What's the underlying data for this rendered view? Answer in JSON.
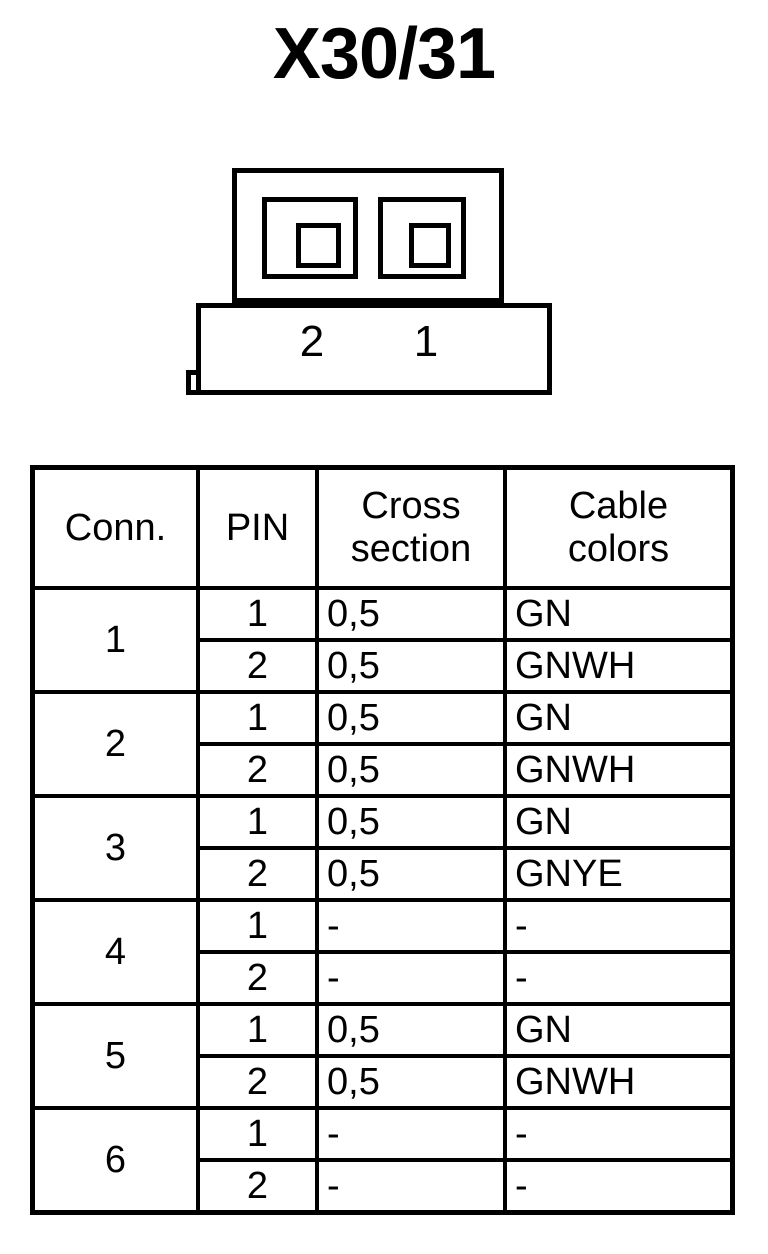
{
  "title": "X30/31",
  "connector": {
    "name": "2-way-connector-diagram",
    "pin_labels": [
      "2",
      "1"
    ],
    "cavity_count": 2,
    "outline_color": "#000000",
    "fill_color": "#ffffff"
  },
  "table": {
    "headers": {
      "conn": "Conn.",
      "pin": "PIN",
      "cross_section": "Cross section",
      "cable_colors": "Cable colors"
    },
    "groups": [
      {
        "conn": "1",
        "rows": [
          {
            "pin": "1",
            "cross_section": "0,5",
            "cable_color": "GN"
          },
          {
            "pin": "2",
            "cross_section": "0,5",
            "cable_color": "GNWH"
          }
        ]
      },
      {
        "conn": "2",
        "rows": [
          {
            "pin": "1",
            "cross_section": "0,5",
            "cable_color": "GN"
          },
          {
            "pin": "2",
            "cross_section": "0,5",
            "cable_color": "GNWH"
          }
        ]
      },
      {
        "conn": "3",
        "rows": [
          {
            "pin": "1",
            "cross_section": "0,5",
            "cable_color": "GN"
          },
          {
            "pin": "2",
            "cross_section": "0,5",
            "cable_color": "GNYE"
          }
        ]
      },
      {
        "conn": "4",
        "rows": [
          {
            "pin": "1",
            "cross_section": "-",
            "cable_color": "-"
          },
          {
            "pin": "2",
            "cross_section": "-",
            "cable_color": "-"
          }
        ]
      },
      {
        "conn": "5",
        "rows": [
          {
            "pin": "1",
            "cross_section": "0,5",
            "cable_color": "GN"
          },
          {
            "pin": "2",
            "cross_section": "0,5",
            "cable_color": "GNWH"
          }
        ]
      },
      {
        "conn": "6",
        "rows": [
          {
            "pin": "1",
            "cross_section": "-",
            "cable_color": "-"
          },
          {
            "pin": "2",
            "cross_section": "-",
            "cable_color": "-"
          }
        ]
      }
    ]
  }
}
